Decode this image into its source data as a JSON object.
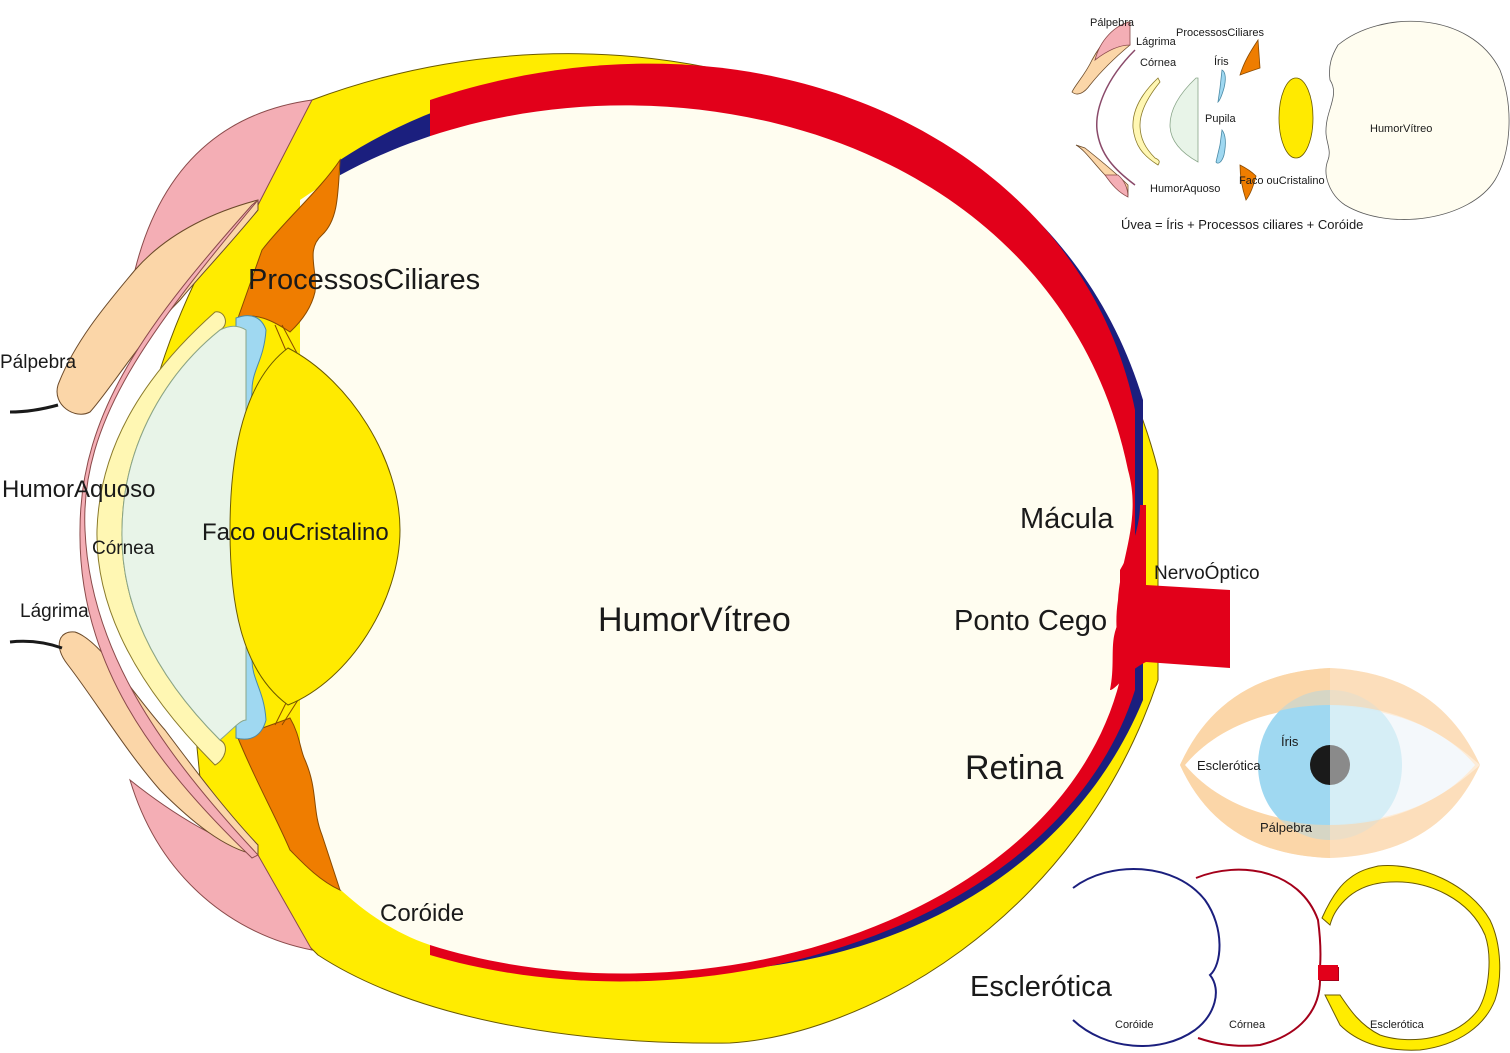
{
  "main_labels": {
    "processos_ciliares": "ProcessosCiliares",
    "palpebra": "Pálpebra",
    "humor_aquoso": "HumorAquoso",
    "cornea": "Córnea",
    "faco": "Faco ouCristalino",
    "lagrima": "Lágrima",
    "humor_vitreo": "HumorVítreo",
    "macula": "Mácula",
    "nervo_optico": "NervoÓptico",
    "ponto_cego": "Ponto Cego",
    "retina": "Retina",
    "coroide": "Coróide",
    "esclerotica": "Esclerótica"
  },
  "parts_inset": {
    "palpebra": "Pálpebra",
    "lagrima": "Lágrima",
    "processos_ciliares": "ProcessosCiliares",
    "cornea": "Córnea",
    "iris": "Íris",
    "pupila": "Pupila",
    "humor_vitreo": "HumorVítreo",
    "humor_aquoso": "HumorAquoso",
    "faco": "Faco ouCristalino",
    "uvea_note": "Úvea = Íris + Processos ciliares + Coróide"
  },
  "front_inset": {
    "iris": "Íris",
    "esclerotica": "Esclerótica",
    "palpebra": "Pálpebra"
  },
  "layers_inset": {
    "coroide": "Coróide",
    "cornea": "Córnea",
    "esclerotica": "Esclerótica"
  },
  "colors": {
    "sclera": "#ffec00",
    "choroid": "#1b1f7e",
    "retina": "#e2001a",
    "vitreous": "#fffdf0",
    "ciliary": "#ef7d00",
    "iris": "#9fd8f1",
    "lens": "#ffea00",
    "eyelid_skin": "#fbd6a8",
    "eyelid_muscle": "#f4aeb5",
    "cornea": "#fff7b3",
    "aqueous": "#e8f4e8"
  }
}
